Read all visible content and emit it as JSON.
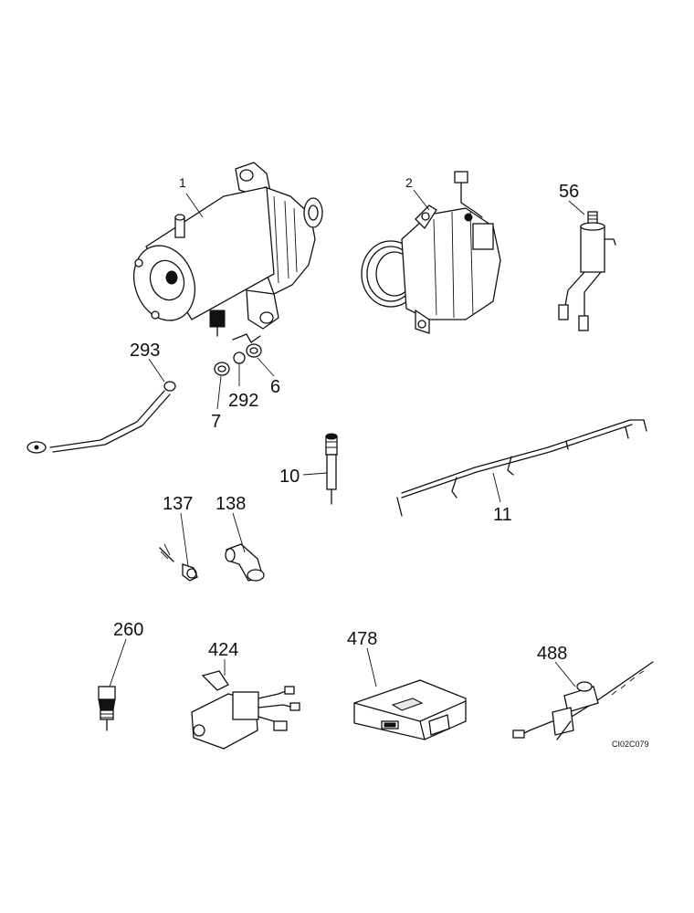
{
  "labels": {
    "p1": "1",
    "p2": "2",
    "p56": "56",
    "p293": "293",
    "p7": "7",
    "p292": "292",
    "p6": "6",
    "p10": "10",
    "p11": "11",
    "p137": "137",
    "p138": "138",
    "p260": "260",
    "p424": "424",
    "p478": "478",
    "p488": "488"
  },
  "drawing_code": "CI02C079"
}
